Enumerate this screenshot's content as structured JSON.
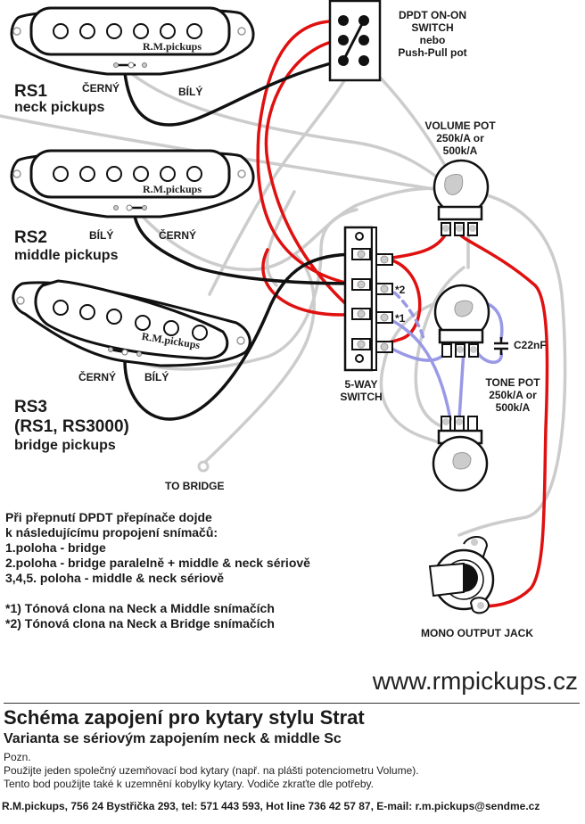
{
  "colors": {
    "hot_wire": "#e01010",
    "signal_wire": "#111111",
    "ground_wire": "#cccccc",
    "tone_wire": "#9999e6",
    "outline": "#111111"
  },
  "pickups": [
    {
      "model": "RS1",
      "position": "neck pickups",
      "brand": "R.M.pickups",
      "left_lead": "ČERNÝ",
      "right_lead": "BÍLÝ"
    },
    {
      "model": "RS2",
      "position": "middle pickups",
      "brand": "R.M.pickups",
      "left_lead": "BÍLÝ",
      "right_lead": "ČERNÝ"
    },
    {
      "model": "RS3",
      "alt_models": "(RS1, RS3000)",
      "position": "bridge pickups",
      "brand": "R.M.pickups",
      "left_lead": "ČERNÝ",
      "right_lead": "BÍLÝ"
    }
  ],
  "dpdt": {
    "line1": "DPDT ON-ON",
    "line2": "SWITCH",
    "line3": "nebo",
    "line4": "Push-Pull pot"
  },
  "volume_pot": {
    "line1": "VOLUME POT",
    "line2": "250k/A or",
    "line3": "500k/A"
  },
  "tone_pot": {
    "line1": "TONE POT",
    "line2": "250k/A or",
    "line3": "500k/A"
  },
  "capacitor": {
    "label": "C22nF"
  },
  "five_way": {
    "line1": "5-WAY",
    "line2": "SWITCH",
    "mark1": "*2",
    "mark2": "*1"
  },
  "to_bridge": "TO BRIDGE",
  "output_jack": "MONO OUTPUT JACK",
  "notes": [
    "Při přepnutí DPDT přepínače dojde",
    "k následujícímu propojení snímačů:",
    "1.poloha - bridge",
    "2.poloha - bridge paralelně + middle & neck sériově",
    "3,4,5. poloha - middle & neck sériově",
    "",
    "*1) Tónová clona na Neck a Middle snímačích",
    "*2) Tónová clona na Neck a Bridge snímačích"
  ],
  "website": "www.rmpickups.cz",
  "title": "Schéma zapojení pro kytary stylu Strat",
  "subtitle": "Varianta se sériovým zapojením neck & middle Sc",
  "remarks": [
    "Pozn.",
    "Použijte jeden společný uzemňovací bod kytary (např. na plášti potenciometru Volume).",
    "Tento bod použijte také k uzemnění kobylky kytary. Vodiče  zkraťte dle potřeby."
  ],
  "contact": "R.M.pickups, 756 24 Bystřička 293, tel: 571 443 593, Hot line 736 42 57 87, E-mail: r.m.pickups@sendme.cz"
}
